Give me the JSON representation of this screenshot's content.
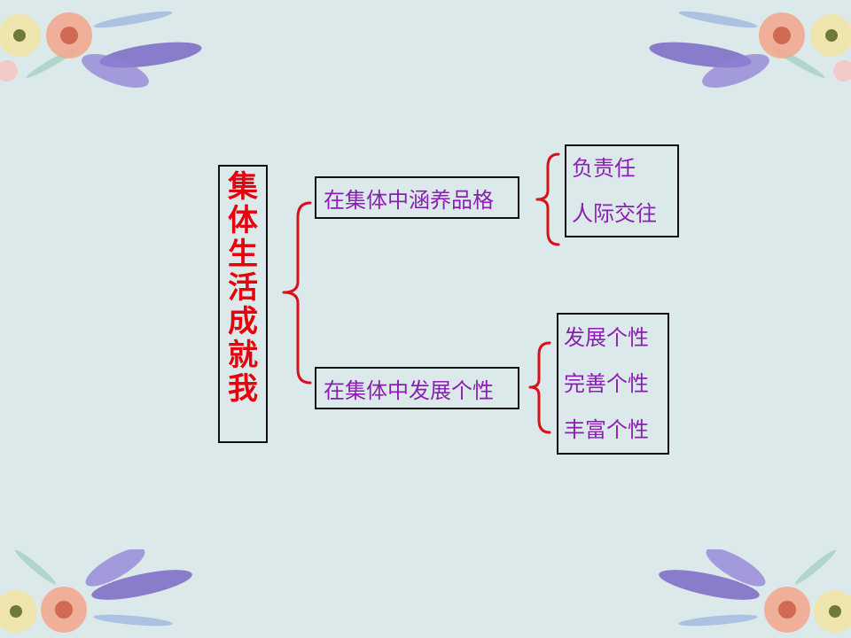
{
  "diagram": {
    "root": {
      "label": "集体生活成就我"
    },
    "branches": [
      {
        "label": "在集体中涵养品格",
        "children": [
          "负责任",
          "人际交往"
        ]
      },
      {
        "label": "在集体中发展个性",
        "children": [
          "发展个性",
          "完善个性",
          "丰富个性"
        ]
      }
    ]
  },
  "colors": {
    "background": "#dce9ea",
    "root_text": "#e8000b",
    "node_text": "#8b1fb3",
    "bracket": "#d4131c",
    "border": "#111111"
  }
}
